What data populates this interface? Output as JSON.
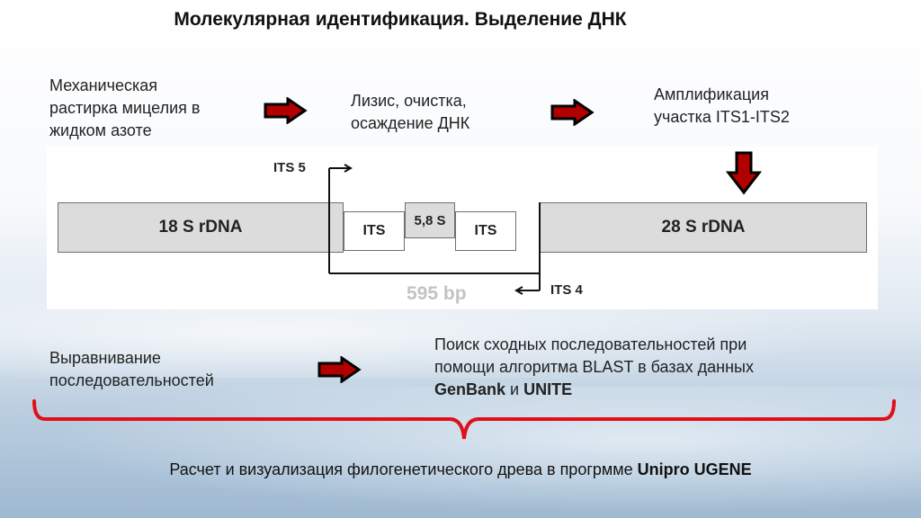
{
  "title": "Молекулярная идентификация. Выделение ДНК",
  "steps": {
    "step1": [
      "Механическая",
      "растирка мицелия в",
      "жидком азоте"
    ],
    "step2": [
      "Лизис, очистка,",
      "осаждение ДНК"
    ],
    "step3": [
      "Амплификация",
      "участка ITS1-ITS2"
    ],
    "step4": [
      "Выравнивание",
      "последовательностей"
    ],
    "step5_line1": "Поиск сходных последовательностей при",
    "step5_line2": "помощи алгоритма BLAST в базах данных",
    "step5_db1": "GenBank",
    "step5_and": " и ",
    "step5_db2": "UNITE"
  },
  "diagram": {
    "seg_18s": "18 S rDNA",
    "seg_its1": "ITS",
    "seg_58s": "5,8 S",
    "seg_its2": "ITS",
    "seg_28s": "28 S rDNA",
    "primer_fwd": "ITS 5",
    "primer_rev": "ITS 4",
    "product_size": "595 bp"
  },
  "bottom": {
    "text": "Расчет и визуализация филогенетического древа в прогрмме ",
    "program": "Unipro UGENE"
  },
  "colors": {
    "arrow_fill": "#b00000",
    "brace": "#e0101a"
  }
}
